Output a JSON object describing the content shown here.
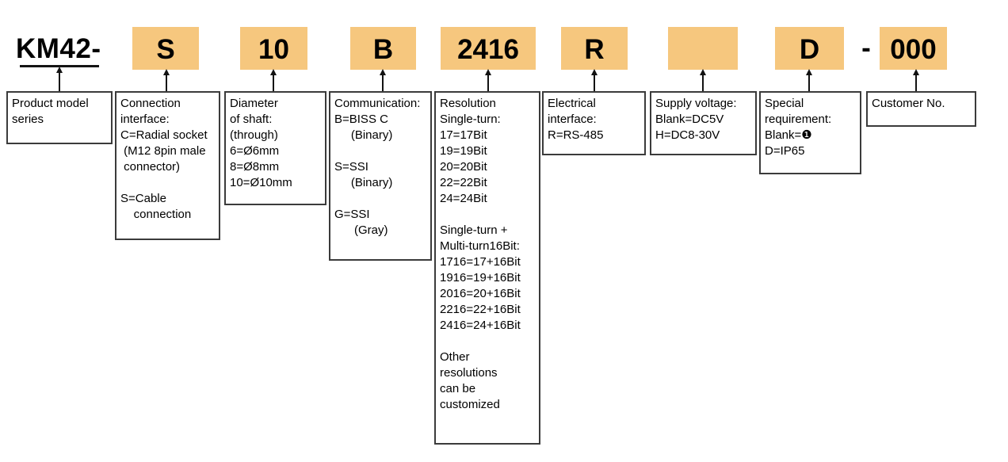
{
  "colors": {
    "highlight_fill": "#f6c77e",
    "line": "#1a1a1a"
  },
  "model_code": {
    "prefix": "KM42-",
    "separator": "-",
    "segments": [
      "S",
      "10",
      "B",
      "2416",
      "R",
      "",
      "D",
      "000"
    ]
  },
  "descriptions": [
    {
      "text": "Product model\nseries"
    },
    {
      "text": "Connection\ninterface:\nC=Radial socket\n (M12 8pin male\n connector)\n\nS=Cable\n    connection"
    },
    {
      "text": "Diameter\nof shaft:\n(through)\n6=Ø6mm\n8=Ø8mm\n10=Ø10mm"
    },
    {
      "text": "Communication:\nB=BISS C\n     (Binary)\n\nS=SSI\n     (Binary)\n\nG=SSI\n      (Gray)"
    },
    {
      "text": "Resolution\nSingle-turn:\n17=17Bit\n19=19Bit\n20=20Bit\n22=22Bit\n24=24Bit\n\nSingle-turn +\nMulti-turn16Bit:\n1716=17+16Bit\n1916=19+16Bit\n2016=20+16Bit\n2216=22+16Bit\n2416=24+16Bit\n\nOther\nresolutions\ncan be\ncustomized"
    },
    {
      "text": "Electrical\ninterface:\nR=RS-485"
    },
    {
      "text": "Supply voltage:\nBlank=DC5V\nH=DC8-30V"
    },
    {
      "text": "Special\nrequirement:\nBlank=❶\nD=IP65"
    },
    {
      "text": "Customer No."
    }
  ]
}
